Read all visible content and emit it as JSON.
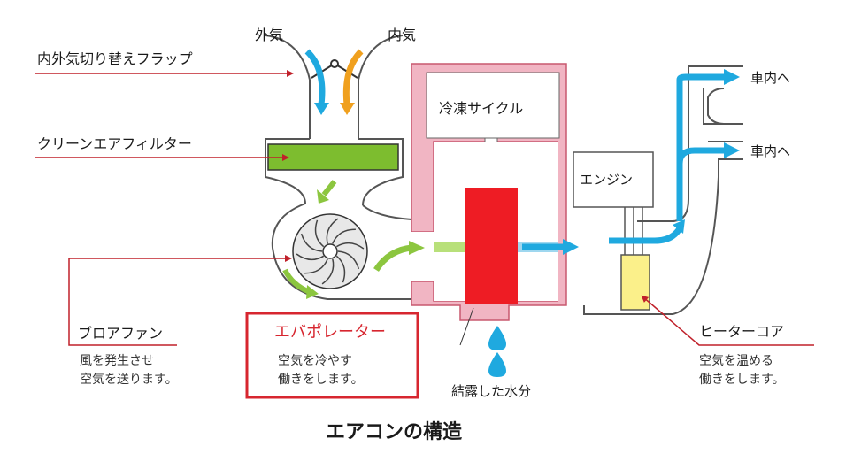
{
  "labels": {
    "outside_air": "外気",
    "inside_air": "内気",
    "flap": "内外気切り替えフラップ",
    "filter": "クリーンエアフィルター",
    "refrigeration": "冷凍サイクル",
    "engine": "エンジン",
    "to_cabin_1": "車内へ",
    "to_cabin_2": "車内へ",
    "blower_fan": "ブロアファン",
    "blower_desc_1": "風を発生させ",
    "blower_desc_2": "空気を送ります。",
    "evaporator": "エバポレーター",
    "evap_desc_1": "空気を冷やす",
    "evap_desc_2": "働きをします。",
    "condensed_water": "結露した水分",
    "heater_core": "ヒーターコア",
    "heater_desc_1": "空気を温める",
    "heater_desc_2": "働きをします。",
    "title": "エアコンの構造"
  },
  "colors": {
    "duct_line": "#555555",
    "pink_housing": "#f1b5c3",
    "pink_border": "#c8586f",
    "filter_green": "#7dbd2f",
    "evaporator_red": "#ee1c24",
    "heater_yellow": "#fbf08a",
    "arrow_blue": "#1fa9df",
    "arrow_orange": "#f0a01e",
    "arrow_green": "#8cc63f",
    "leader_red": "#c0202a",
    "highlight_box": "#d7262f"
  }
}
